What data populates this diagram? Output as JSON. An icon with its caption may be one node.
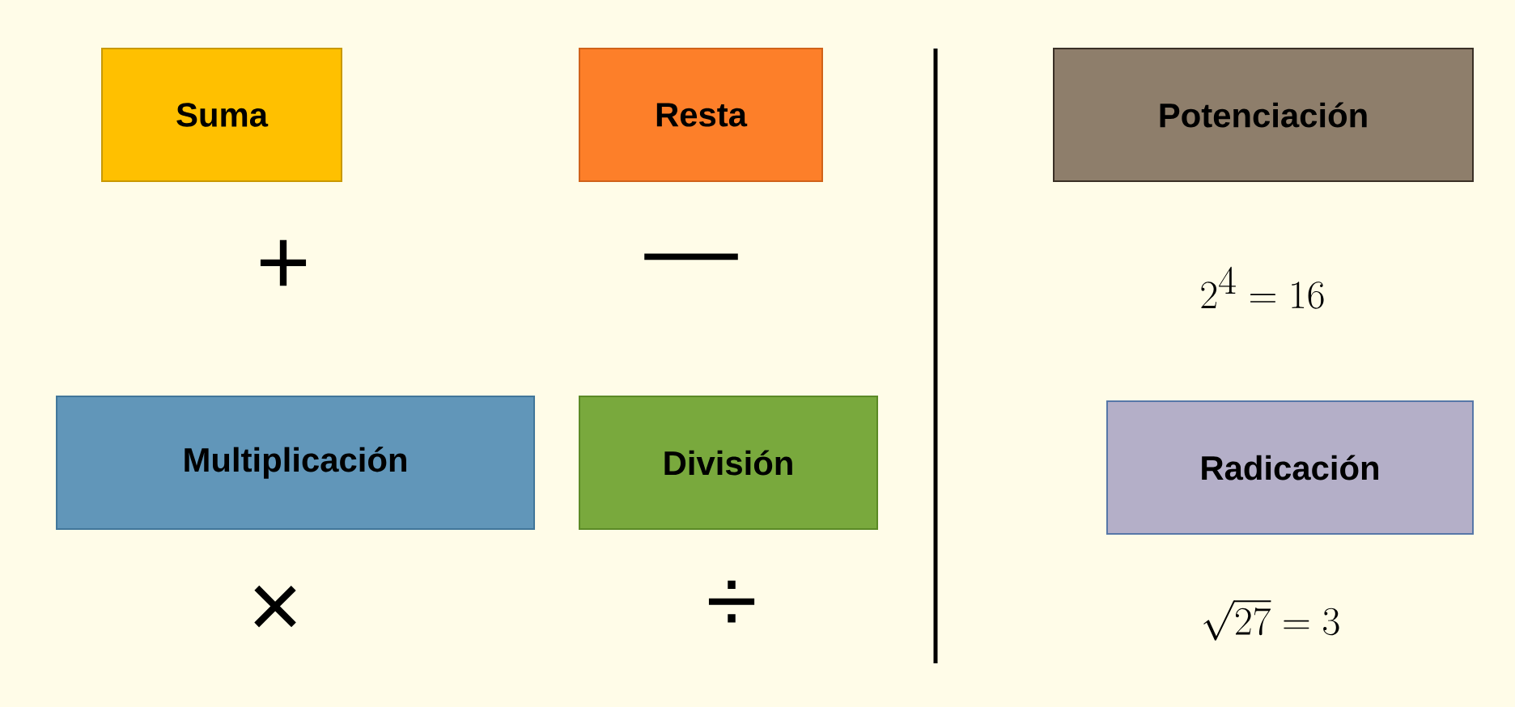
{
  "diagram": {
    "nodes": [
      {
        "text": [
          "Suma"
        ]
      },
      {
        "text": [
          "Resta"
        ]
      },
      {
        "text": [
          "Potenciación"
        ]
      },
      {
        "text": [
          "Multiplicación"
        ]
      },
      {
        "text": [
          "División"
        ]
      },
      {
        "text": [
          "Radicación"
        ]
      }
    ],
    "labels": [
      "+",
      "—",
      "2^{4} = 16",
      "×",
      "÷",
      "\\sqrt{27} = 3"
    ]
  }
}
